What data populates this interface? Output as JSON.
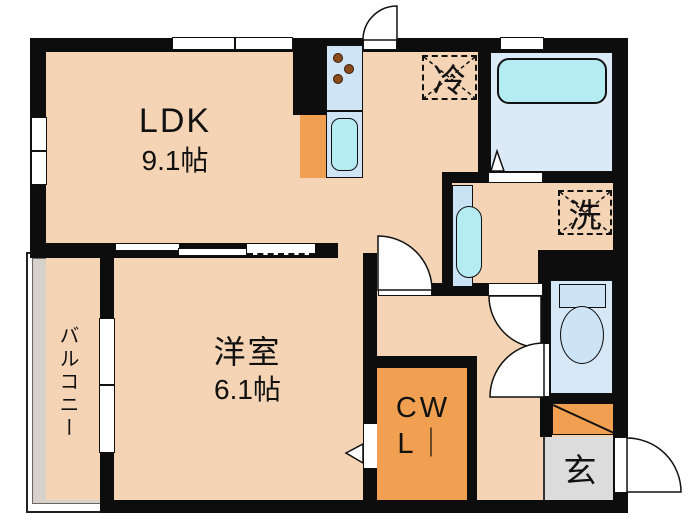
{
  "floorplan": {
    "rooms": {
      "ldk": {
        "name": "LDK",
        "size": "9.1帖"
      },
      "bedroom": {
        "name": "洋室",
        "size": "6.1帖"
      },
      "balcony": {
        "name": "バルコニー"
      },
      "closet": {
        "label_line1": "CW",
        "label_line2": "L｜"
      },
      "entrance": {
        "symbol": "玄"
      },
      "refrigerator_space": {
        "symbol": "冷"
      },
      "washer_space": {
        "symbol": "洗"
      }
    },
    "fixtures": [
      "bathtub",
      "kitchen-sink",
      "stove-burners",
      "washbasin",
      "toilet",
      "shoe-cabinet"
    ],
    "colors": {
      "floor": "#f5d4b5",
      "accent-orange": "#f0a050",
      "bath-floor": "#dce9f6",
      "fixture-cyan": "#b5ecf4",
      "kitchen-unit": "#cfe4f5",
      "toilet-floor": "#d6e7f6",
      "fixture-blue": "#cde3f6",
      "basin-band": "#c9e2f4",
      "genkan-grey": "#dcdcdc",
      "balcony-grey": "#d8d1c9",
      "wall": "#0d0d0d"
    }
  }
}
